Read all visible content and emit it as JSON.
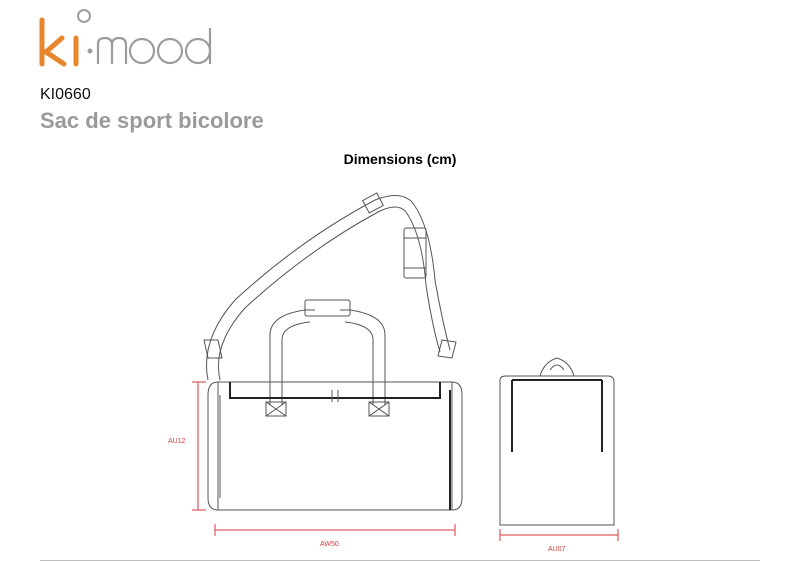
{
  "brand": {
    "logo_text": "ki·mood",
    "colors": {
      "ki": "#e8862c",
      "mood": "#9c9c9c"
    }
  },
  "product": {
    "reference": "KI0660",
    "name": "Sac de sport bicolore"
  },
  "dimensions": {
    "title": "Dimensions (cm)",
    "height_label": "AU12",
    "width_label": "AW50",
    "depth_label": "AU07",
    "line_color": "#d43a3a"
  }
}
